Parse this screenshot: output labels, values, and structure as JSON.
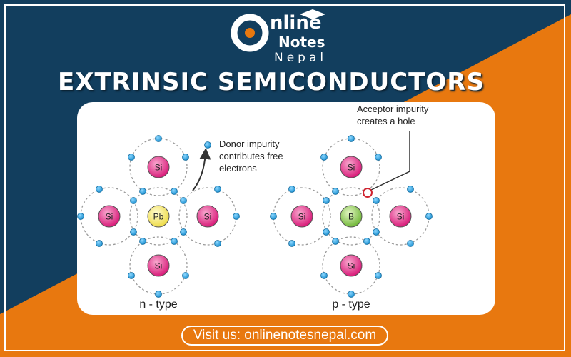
{
  "brand": {
    "line1": "nline",
    "line2": "Notes",
    "line3": "Nepal"
  },
  "page_title": "EXTRINSIC SEMICONDUCTORS",
  "n_type": {
    "caption": "n - type",
    "center_atom": "Pb",
    "neighbor_atom": "Si",
    "annotation_lines": [
      "Donor impurity",
      "contributes free",
      "electrons"
    ]
  },
  "p_type": {
    "caption": "p - type",
    "center_atom": "B",
    "neighbor_atom": "Si",
    "annotation_lines": [
      "Acceptor impurity",
      "creates a hole"
    ]
  },
  "footer": {
    "visit_text": "Visit us: onlinenotesnepal.com"
  },
  "colors": {
    "navy": "#123e5e",
    "orange": "#e8780f",
    "si_atom": "#e8368f",
    "pb_atom": "#f6ec7c",
    "b_atom": "#9ed35a",
    "electron": "#2aa7e0",
    "hole": "#d0232f"
  }
}
